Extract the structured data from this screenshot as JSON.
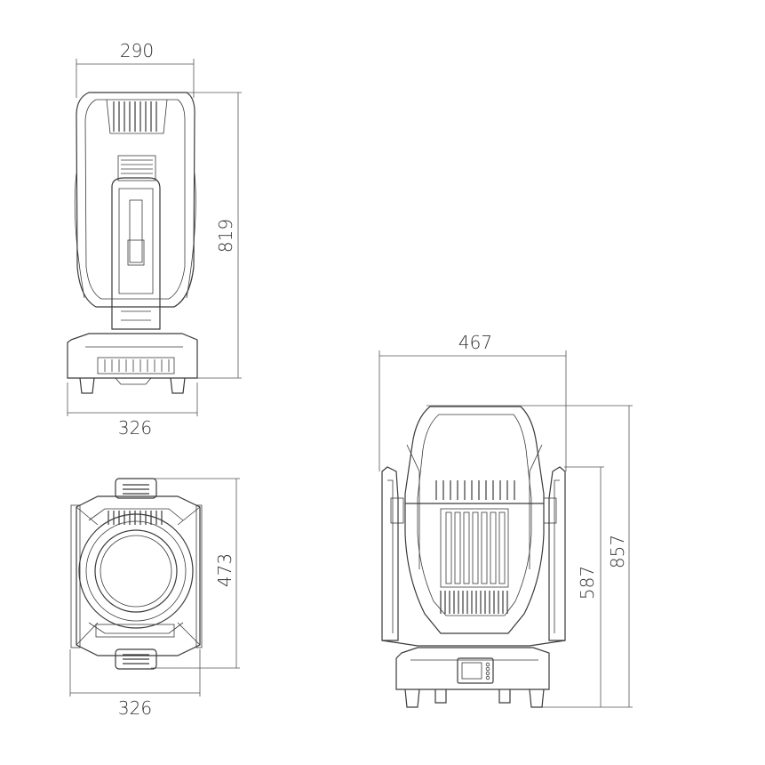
{
  "dimensions": {
    "side_width": "290",
    "side_height": "819",
    "side_base_width": "326",
    "top_height": "473",
    "top_width": "326",
    "front_width": "467",
    "front_yoke_height": "587",
    "front_total_height": "857"
  },
  "colors": {
    "line": "#3a3a3a",
    "dimension_line": "#555555",
    "text": "#333333",
    "background": "#ffffff"
  }
}
